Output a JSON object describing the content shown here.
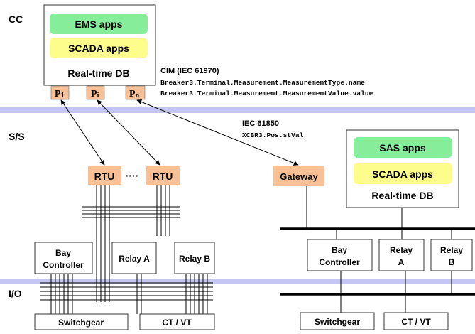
{
  "layers": {
    "cc": "CC",
    "ss": "S/S",
    "io": "I/O"
  },
  "cc": {
    "ems_label": "EMS apps",
    "scada_label": "SCADA apps",
    "rtdb_label": "Real-time DB",
    "ports": [
      {
        "main": "P",
        "sub": "1"
      },
      {
        "main": "P",
        "sub": "i"
      },
      {
        "main": "P",
        "sub": "n"
      }
    ],
    "cim_title": "CIM (IEC 61970)",
    "cim_line1": "Breaker3.Terminal.Measurement.MeasurementType.name",
    "cim_line2": "Breaker3.Terminal.Measurement.MeasurementValue.value"
  },
  "iec": {
    "title": "IEC 61850",
    "path": "XCBR3.Pos.stVal"
  },
  "ss": {
    "rtu1": "RTU",
    "dots": "····",
    "rtu2": "RTU",
    "gateway": "Gateway",
    "sas_label": "SAS apps",
    "scada_label": "SCADA apps",
    "rtdb_label": "Real-time DB"
  },
  "left_bay": {
    "bay_line1": "Bay",
    "bay_line2": "Controller",
    "relay_a": "Relay A",
    "relay_b": "Relay B",
    "switchgear": "Switchgear",
    "ctvt": "CT / VT"
  },
  "right_bay": {
    "bay_line1": "Bay",
    "bay_line2": "Controller",
    "relay_a_line1": "Relay",
    "relay_a_line2": "A",
    "relay_b_line1": "Relay",
    "relay_b_line2": "B",
    "switchgear": "Switchgear",
    "ctvt": "CT / VT"
  },
  "colors": {
    "band": "#c6c6f5",
    "green": "#86ee9b",
    "yellow": "#fdfd8c",
    "orange": "#f9c096"
  }
}
